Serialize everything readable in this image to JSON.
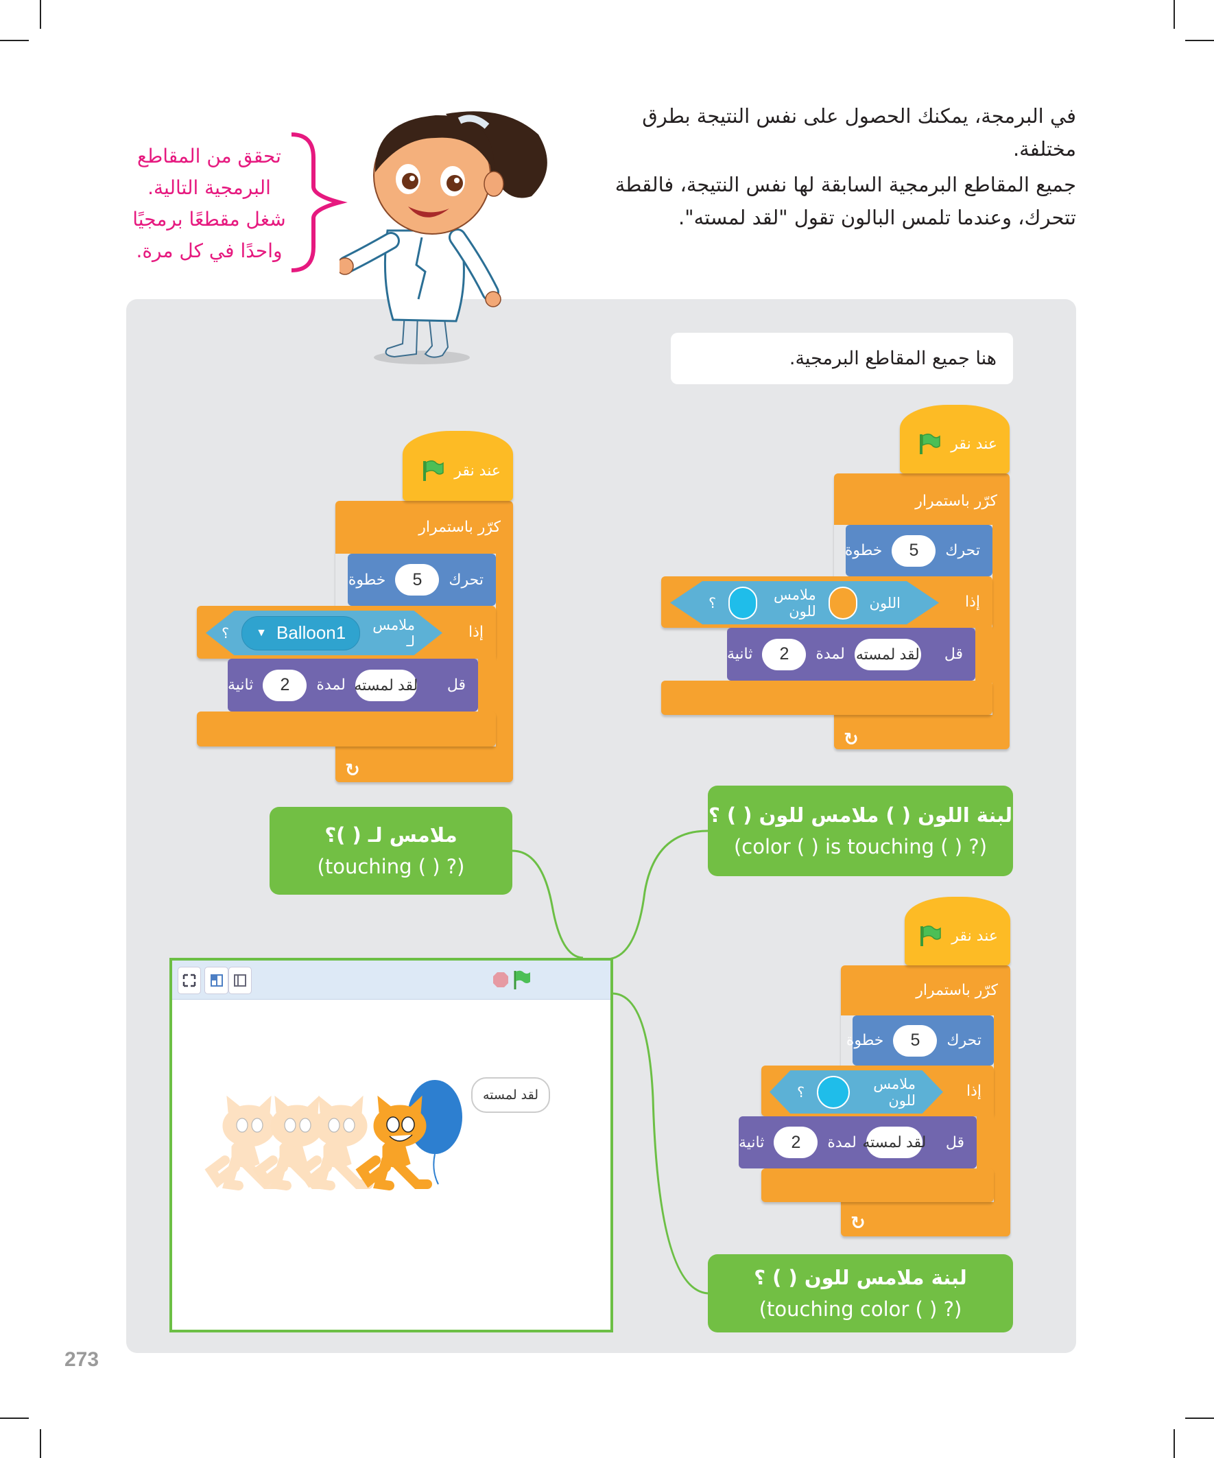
{
  "intro": {
    "line1": "في البرمجة، يمكنك الحصول على نفس النتيجة بطرق مختلفة.",
    "line2": "جميع المقاطع البرمجية السابقة لها نفس النتيجة، فالقطة تتحرك، وعندما تلمس البالون تقول \"لقد لمسته\"."
  },
  "tip": {
    "line1": "تحقق من المقاطع",
    "line2": "البرمجية التالية.",
    "line3": "شغل مقطعًا برمجيًا",
    "line4": "واحدًا في كل مرة."
  },
  "panel_note": "هنا جميع المقاطع البرمجية.",
  "scripts": {
    "color_touching": {
      "hat": "عند نقر",
      "forever": "كرّر باستمرار",
      "move": "تحرك",
      "steps": "5",
      "steps_unit": "خطوة",
      "if": "إذا",
      "cond_color": "اللون",
      "cond_touching": "ملامس للون",
      "cond_q": "؟",
      "color1": "#f7a42f",
      "color2": "#1fbdea",
      "say": "قل",
      "say_text": "لقد لمسته",
      "for": "لمدة",
      "secs": "2",
      "secs_unit": "ثانية"
    },
    "touching_sprite": {
      "hat": "عند نقر",
      "forever": "كرّر باستمرار",
      "move": "تحرك",
      "steps": "5",
      "steps_unit": "خطوة",
      "if": "إذا",
      "cond_touching": "ملامس لـ",
      "sprite": "Balloon1",
      "cond_q": "؟",
      "say": "قل",
      "say_text": "لقد لمسته",
      "for": "لمدة",
      "secs": "2",
      "secs_unit": "ثانية"
    },
    "touching_color": {
      "hat": "عند نقر",
      "forever": "كرّر باستمرار",
      "move": "تحرك",
      "steps": "5",
      "steps_unit": "خطوة",
      "if": "إذا",
      "cond_touching": "ملامس للون",
      "cond_q": "؟",
      "color": "#1fbdea",
      "say": "قل",
      "say_text": "لقد لمسته",
      "for": "لمدة",
      "secs": "2",
      "secs_unit": "ثانية"
    }
  },
  "labels": {
    "color_touching": {
      "ar": "لبنة اللون ( ) ملامس للون ( ) ؟",
      "en": "(color ( ) is touching ( ) ?)"
    },
    "touching": {
      "ar": "ملامس لـ ( )؟",
      "en": "(touching ( ) ?)"
    },
    "touching_color": {
      "ar": "لبنة ملامس للون ( ) ؟",
      "en": "(touching color ( ) ?)"
    }
  },
  "stage": {
    "speech": "لقد لمسته"
  },
  "page_number": "273",
  "colors": {
    "pink": "#e6197f",
    "green": "#72bf44",
    "panel": "#e6e7e9",
    "events": "#fdbb25",
    "control": "#f6a22f",
    "motion": "#5a8ac8",
    "looks": "#7166ae",
    "sensing": "#5cb1d6"
  }
}
